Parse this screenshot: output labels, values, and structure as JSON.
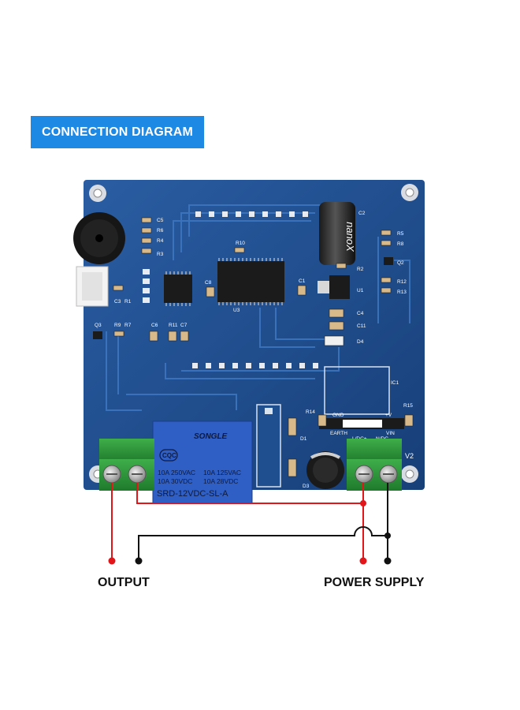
{
  "header": {
    "title": "CONNECTION DIAGRAM",
    "color": "#1e88e5"
  },
  "board": {
    "color": "#1f4f8f",
    "labels": {
      "c5": "C5",
      "r6": "R6",
      "r4": "R4",
      "r3": "R3",
      "r10": "R10",
      "c2": "C2",
      "r5": "R5",
      "r8": "R8",
      "q2": "Q2",
      "r12": "R12",
      "r13": "R13",
      "r2": "R2",
      "u1": "U1",
      "c1": "C1",
      "c8": "C8",
      "c3": "C3",
      "r1": "R1",
      "r9": "R9",
      "r7": "R7",
      "c6": "C6",
      "r11": "R11",
      "c7": "C7",
      "q3": "Q3",
      "u3": "U3",
      "c4": "C4",
      "c11": "C11",
      "d4": "D4",
      "ic1": "IC1",
      "r14": "R14",
      "r15": "R15",
      "gnd": "GND",
      "plus_v": "+V",
      "vin": "VIN",
      "earth": "EARTH",
      "ldc": "L/DC+",
      "ndc": "N/DC-",
      "d1": "D1",
      "d3": "D3",
      "v2": "V2",
      "capacitor_brand": "nanoX"
    }
  },
  "relay": {
    "brand": "SONGLE",
    "cert": "CQC",
    "rating_1": "10A 250VAC",
    "rating_2": "10A 125VAC",
    "rating_3": "10A 30VDC",
    "rating_4": "10A 28VDC",
    "model": "SRD-12VDC-SL-A",
    "color": "#2f5fc4"
  },
  "wires": {
    "live_color": "#e0161b",
    "neutral_color": "#111111"
  },
  "captions": {
    "output": "OUTPUT",
    "power_supply": "POWER SUPPLY"
  }
}
